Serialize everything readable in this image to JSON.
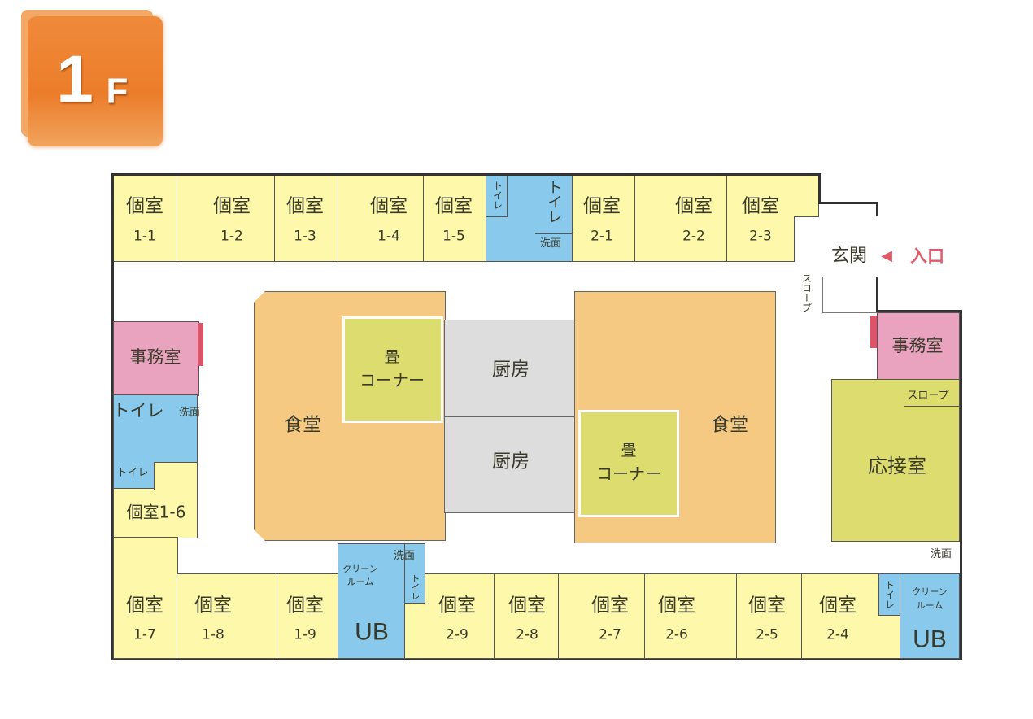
{
  "floor": {
    "number": "1",
    "unit": "F"
  },
  "labels": {
    "private_room": "個室",
    "office": "事務室",
    "toilet": "トイレ",
    "washroom": "洗面",
    "dining": "食堂",
    "kitchen": "厨房",
    "tatami_1": "畳",
    "tatami_2": "コーナー",
    "reception": "応接室",
    "entrance_hall": "玄関",
    "entrance": "入口",
    "slope": "スロープ",
    "clean_room_1": "クリーン",
    "clean_room_2": "ルーム",
    "unit_bath": "UB",
    "room_1_6": "個室1-6"
  },
  "rooms": {
    "top": [
      "1-1",
      "1-2",
      "1-3",
      "1-4",
      "1-5",
      "2-1",
      "2-2",
      "2-3"
    ],
    "bottom": [
      "1-7",
      "1-8",
      "1-9",
      "2-9",
      "2-8",
      "2-7",
      "2-6",
      "2-5",
      "2-4"
    ]
  },
  "colors": {
    "private": "#fdf8aa",
    "water": "#88c9ec",
    "office": "#e9a3bf",
    "dining": "#f5c982",
    "kitchen": "#dddddd",
    "tatami": "#dcdd6e",
    "entrance": "#e05a6a"
  }
}
